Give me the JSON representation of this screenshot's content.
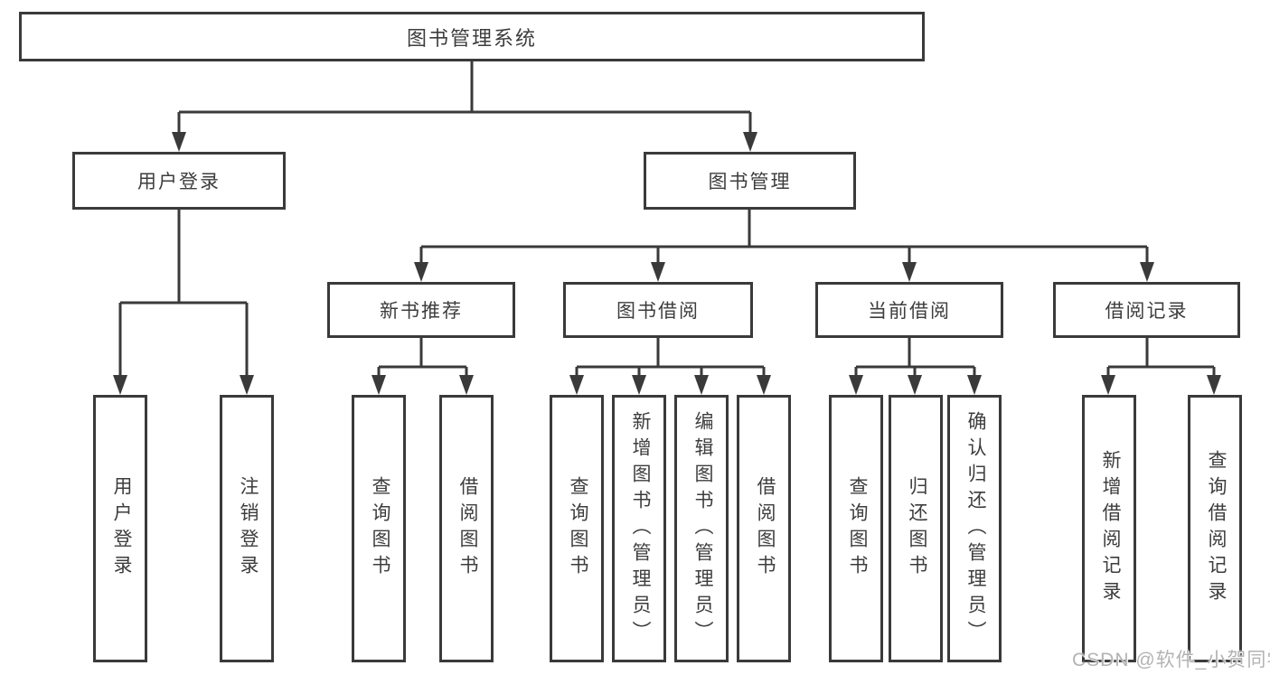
{
  "colors": {
    "line": "#3a3a3a",
    "box_border": "#3a3a3a",
    "box_fill": "#ffffff",
    "text": "#3d3d3d",
    "watermark_text": "#b3b3b3"
  },
  "root": {
    "label": "图书管理系统"
  },
  "level2": [
    {
      "id": "user-login",
      "label": "用户登录"
    },
    {
      "id": "book-management",
      "label": "图书管理"
    }
  ],
  "level3": [
    {
      "id": "new-book-recommend",
      "label": "新书推荐",
      "parent": "图书管理"
    },
    {
      "id": "book-borrowing",
      "label": "图书借阅",
      "parent": "图书管理"
    },
    {
      "id": "current-borrowing",
      "label": "当前借阅",
      "parent": "图书管理"
    },
    {
      "id": "borrow-records",
      "label": "借阅记录",
      "parent": "图书管理"
    }
  ],
  "leaves": [
    {
      "label": "用户登录",
      "parent": "用户登录"
    },
    {
      "label": "注销登录",
      "parent": "用户登录"
    },
    {
      "label": "查询图书",
      "parent": "新书推荐"
    },
    {
      "label": "借阅图书",
      "parent": "新书推荐"
    },
    {
      "label": "查询图书",
      "parent": "图书借阅"
    },
    {
      "label": "新增图书（管理员）",
      "parent": "图书借阅"
    },
    {
      "label": "编辑图书（管理员）",
      "parent": "图书借阅"
    },
    {
      "label": "借阅图书",
      "parent": "图书借阅"
    },
    {
      "label": "查询图书",
      "parent": "当前借阅"
    },
    {
      "label": "归还图书",
      "parent": "当前借阅"
    },
    {
      "label": "确认归还（管理员）",
      "parent": "当前借阅"
    },
    {
      "label": "新增借阅记录",
      "parent": "借阅记录"
    },
    {
      "label": "查询借阅记录",
      "parent": "借阅记录"
    }
  ],
  "watermark": "CSDN @软件_小贺同学"
}
